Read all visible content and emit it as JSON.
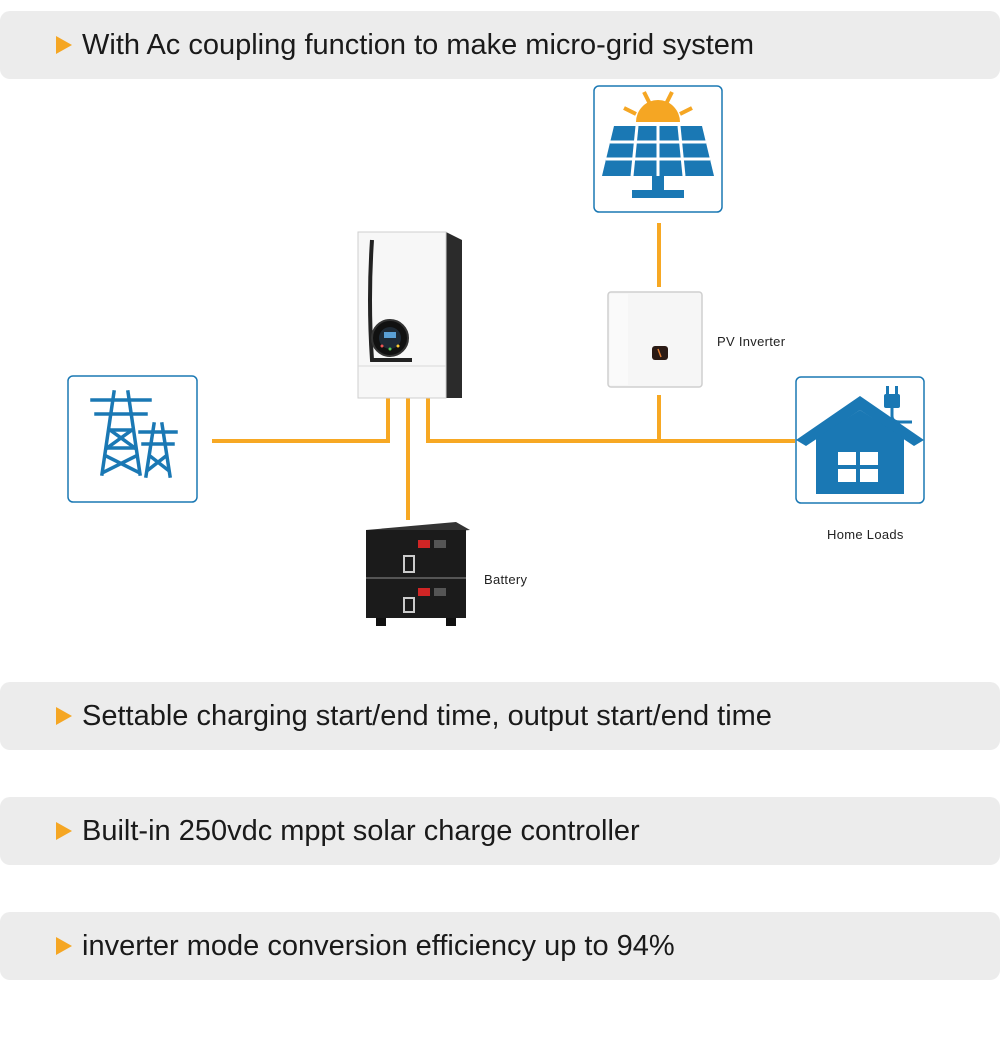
{
  "banners": [
    {
      "text": "With Ac coupling function to make micro-grid system"
    },
    {
      "text": "Settable charging start/end time, output start/end time"
    },
    {
      "text": "Built-in 250vdc mppt solar charge controller"
    },
    {
      "text": "inverter mode conversion efficiency up to 94%"
    }
  ],
  "diagram": {
    "pv_inverter_label": "PV Inverter",
    "home_loads_label": "Home Loads",
    "battery_label": "Battery",
    "icons": [
      "solar-panel-icon",
      "power-grid-tower-icon",
      "house-plug-icon"
    ]
  },
  "colors": {
    "accent": "#f5a623",
    "icon_blue": "#1a78b4",
    "banner_bg": "#ececec",
    "line": "#f7a823"
  }
}
